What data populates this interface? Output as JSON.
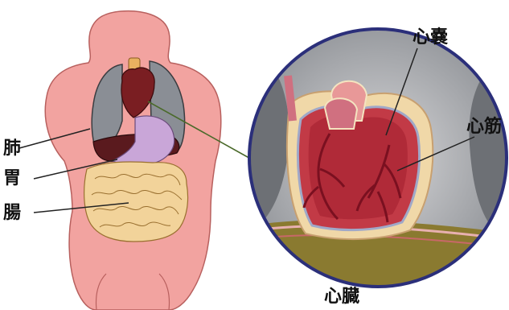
{
  "labels": {
    "lung": "肺",
    "stomach": "胃",
    "intestine": "腸",
    "pericardium": "心嚢",
    "myocardium": "心筋",
    "heart": "心臓"
  },
  "colors": {
    "skin": "#f2a3a0",
    "lung": "#8a8e95",
    "heart": "#7a1e22",
    "stomach": "#c9a6d8",
    "liver": "#5a1a1e",
    "intestine": "#f2d39a",
    "lens_border": "#2b2f7a",
    "pericardium": "#f0d8a8",
    "vessel": "#8b1a2a",
    "connector": "#4a6a2a"
  }
}
